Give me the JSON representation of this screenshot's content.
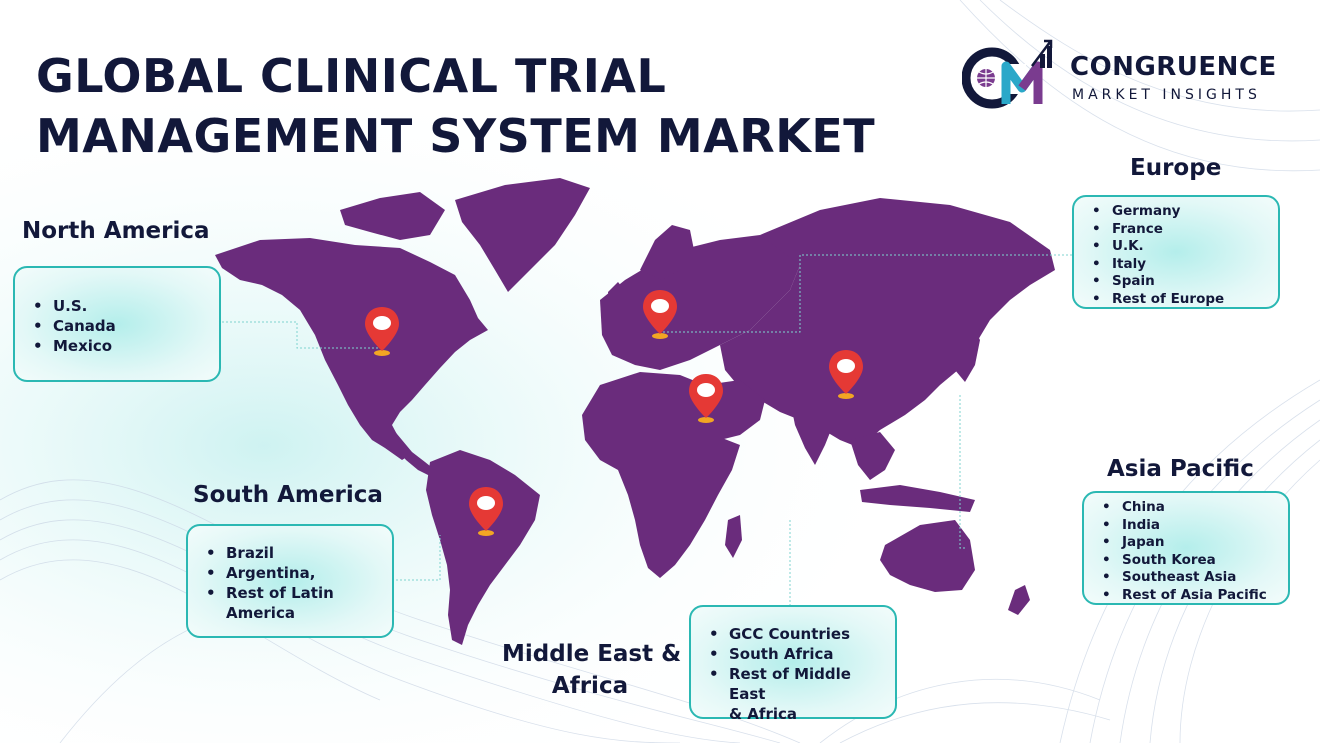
{
  "title": {
    "line1": "GLOBAL CLINICAL TRIAL",
    "line2": "MANAGEMENT SYSTEM MARKET"
  },
  "logo": {
    "monogram": "CM",
    "name": "CONGRUENCE",
    "tagline": "MARKET INSIGHTS"
  },
  "colors": {
    "continent": "#6a2c7c",
    "accent_teal": "#2bb8b3",
    "pin_red": "#e53935",
    "title_navy": "#12183a"
  },
  "regions": {
    "north_america": {
      "title": "North America",
      "items": [
        "U.S.",
        "Canada",
        "Mexico"
      ]
    },
    "europe": {
      "title": "Europe",
      "items": [
        "Germany",
        "France",
        "U.K.",
        "Italy",
        "Spain",
        "Rest of Europe"
      ]
    },
    "asia_pacific": {
      "title": "Asia Pacific",
      "items": [
        "China",
        "India",
        "Japan",
        "South Korea",
        "Southeast Asia",
        "Rest of Asia Pacific"
      ]
    },
    "south_america": {
      "title": "South America",
      "items": [
        "Brazil",
        "Argentina,",
        "Rest of Latin",
        "America"
      ]
    },
    "mea": {
      "title_line1": "Middle East &",
      "title_line2": "Africa",
      "items": [
        "GCC Countries",
        "South Africa",
        "Rest of Middle East",
        "& Africa"
      ]
    }
  },
  "icons": {
    "pin": "location-pin-icon",
    "globe": "globe-icon"
  }
}
